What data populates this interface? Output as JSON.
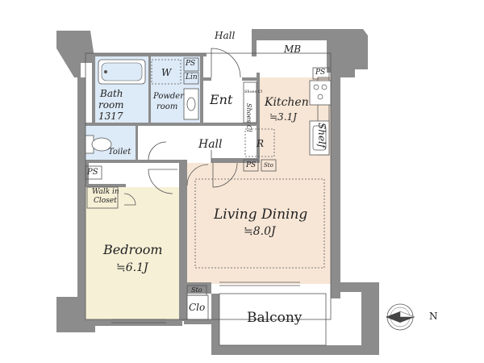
{
  "rooms": {
    "hall_top": "Hall",
    "mb": "MB",
    "ps_top": "PS",
    "ps_kitchen": "PS",
    "w": "W",
    "lin": "Lin",
    "ent": "Ent",
    "shoes_cl_small": "Shoes Cl",
    "shoes_cl": "Shoes Cl",
    "bath_1": "Bath",
    "bath_2": "room",
    "bath_3": "1317",
    "powder_1": "Powder",
    "powder_2": "room",
    "kitchen": "Kitchen",
    "kitchen_area": "≒3.1J",
    "shelf": "Shelf",
    "toilet": "Toilet",
    "hall_mid": "Hall",
    "r": "R",
    "ps_left": "PS",
    "ps_mid": "PS",
    "sto_mid": "Sto",
    "walkin_1": "Walk in",
    "walkin_2": "Closet",
    "living": "Living Dining",
    "living_area": "≒8.0J",
    "bedroom": "Bedroom",
    "bedroom_area": "≒6.1J",
    "sto_bottom": "Sto",
    "clo": "Clo",
    "balcony": "Balcony"
  },
  "compass": {
    "label": "N"
  },
  "colors": {
    "wall": "#8c8c8c",
    "wall_dark": "#555555",
    "living_floor": "#f7e6d6",
    "bedroom_floor": "#f6f0d6",
    "wet_floor": "#ddeaf7",
    "hall_floor": "#ffffff"
  }
}
